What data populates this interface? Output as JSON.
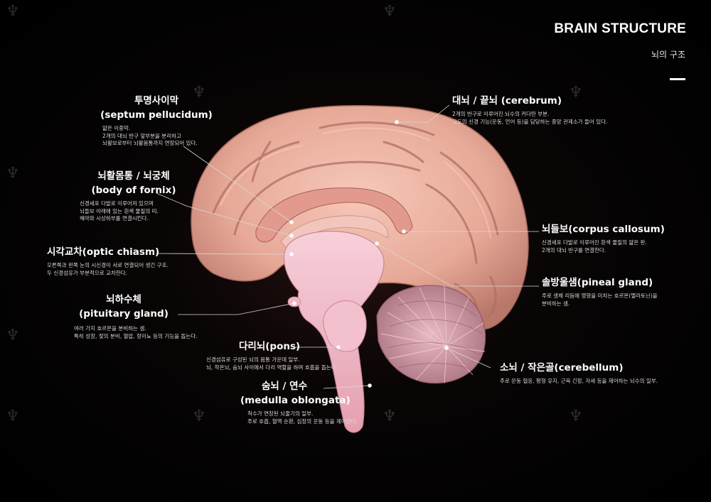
{
  "header": {
    "title": "BRAIN STRUCTURE",
    "subtitle": "뇌의 구조"
  },
  "labels": {
    "septum": {
      "name_ko": "투명사이막",
      "name_en": "(septum pellucidum)",
      "desc": [
        "얇은 이중막.",
        "2개의 대뇌 반구 앞부분을 분리하고",
        "뇌활보로부터 뇌활몸통까지 연장되어 있다."
      ]
    },
    "fornix": {
      "name_ko": "뇌활몸통 / 뇌궁체",
      "name_en": "(body of fornix)",
      "desc": [
        "신경세포 다발로 이루어져 있으며",
        "뇌들보 아래에 있는 흰색 물질의 띠.",
        "해마와 시상하부를 연결시킨다."
      ]
    },
    "chiasm": {
      "name": "시각교차(optic chiasm)",
      "desc": [
        "오른쪽과 왼쪽 눈의 시신경이 서로 연결되어 생긴 구조.",
        "두 신경섬유가 부분적으로 교차한다."
      ]
    },
    "pituitary": {
      "name_ko": "뇌하수체",
      "name_en": "(pituitary gland)",
      "desc": [
        "여러 가지 호르몬을 분비하는 샘.",
        "특히 성장, 젖의 분비, 혈압, 항이뇨 등의 기능을 돕는다."
      ]
    },
    "pons": {
      "name": "다리뇌(pons)",
      "desc": [
        "신경섬유로 구성된 뇌의 몸통 가운데 일부.",
        "뇌, 작은뇌, 숨뇌 사이에서 다리 역할을 하며 호흡을 돕는다."
      ]
    },
    "medulla": {
      "name_ko": "숨뇌 / 연수",
      "name_en": "(medulla oblongata)",
      "desc": [
        "척수가 연장된 뇌줄기의 일부.",
        "주로 호흡, 혈액 순환, 심장의 운동 등을 제어한다."
      ]
    },
    "cerebrum": {
      "name": "대뇌 / 끝뇌 (cerebrum)",
      "desc": [
        "2개의 반구로 이루어진 뇌수의 커다란 부분.",
        "고도의 신경 기능(운동, 언어 등)을 담당하는 중앙 관제소가 들어 있다."
      ]
    },
    "callosum": {
      "name": "뇌들보(corpus callosum)",
      "desc": [
        "신경세포 다발로 이루어진 흰색 물질의 얇은 판.",
        "2개의 대뇌 반구를 연결한다."
      ]
    },
    "pineal": {
      "name": "솔방울샘(pineal gland)",
      "desc": [
        "주로 생체 리듬에 영향을 미치는 호르몬(멜라토닌)을",
        "분비하는 샘."
      ]
    },
    "cerebellum": {
      "name": "소뇌 / 작은골(cerebellum)",
      "desc": [
        "주로 운동 협응, 평형 유지, 근육 긴장, 자세 등을 제어하는 뇌수의 일부."
      ]
    }
  },
  "colors": {
    "background": "#000000",
    "cortex": "#e7a998",
    "gyrus_light": "#f1bcac",
    "sulcus": "#b46f62",
    "brainstem": "#f0b6c4",
    "cerebellum": "#d49cac",
    "leader_line": "#d8d8d8",
    "dot": "#ffffff"
  }
}
